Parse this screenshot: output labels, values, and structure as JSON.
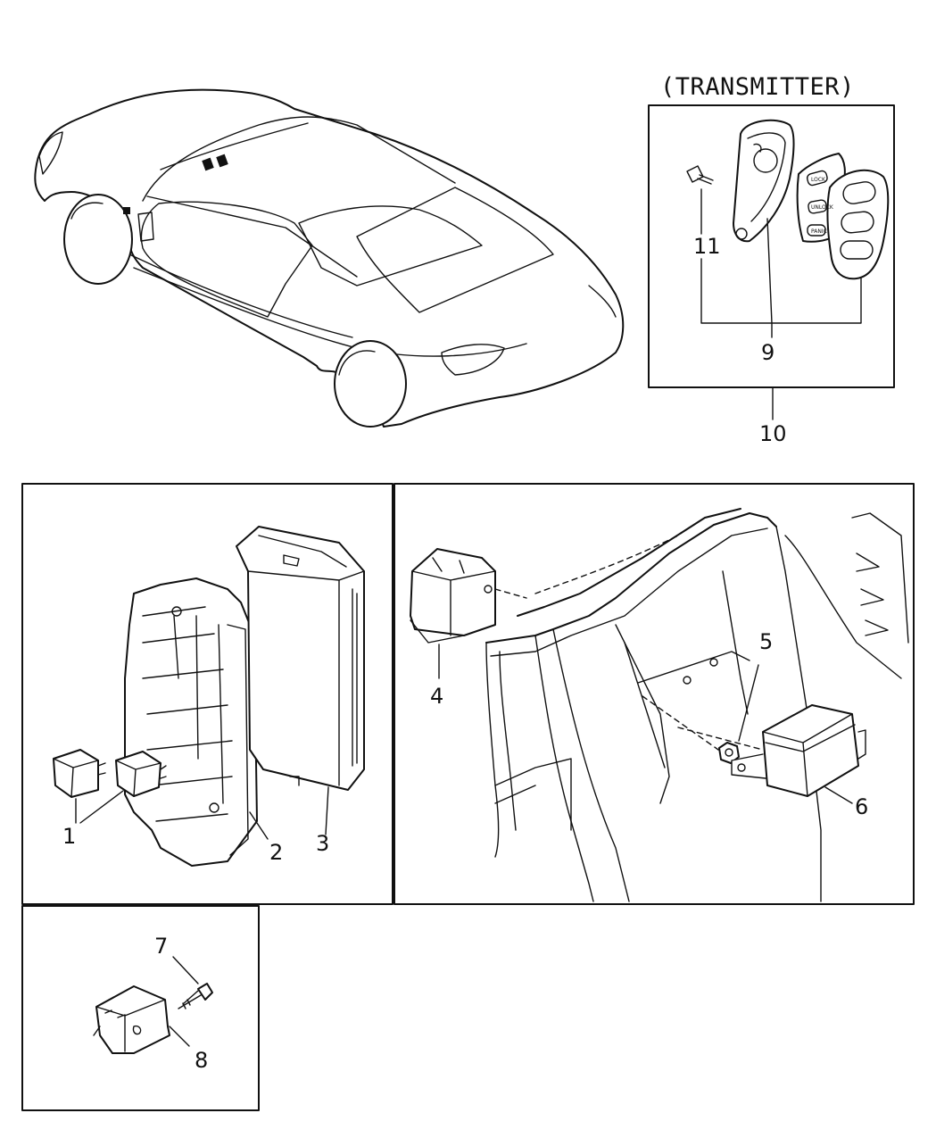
{
  "transmitter_heading": "(TRANSMITTER)",
  "callouts": {
    "c1": "1",
    "c2": "2",
    "c3": "3",
    "c4": "4",
    "c5": "5",
    "c6": "6",
    "c7": "7",
    "c8": "8",
    "c9": "9",
    "c10": "10",
    "c11": "11"
  },
  "key_buttons": [
    "LOCK",
    "UNLOCK",
    "PANIC"
  ]
}
